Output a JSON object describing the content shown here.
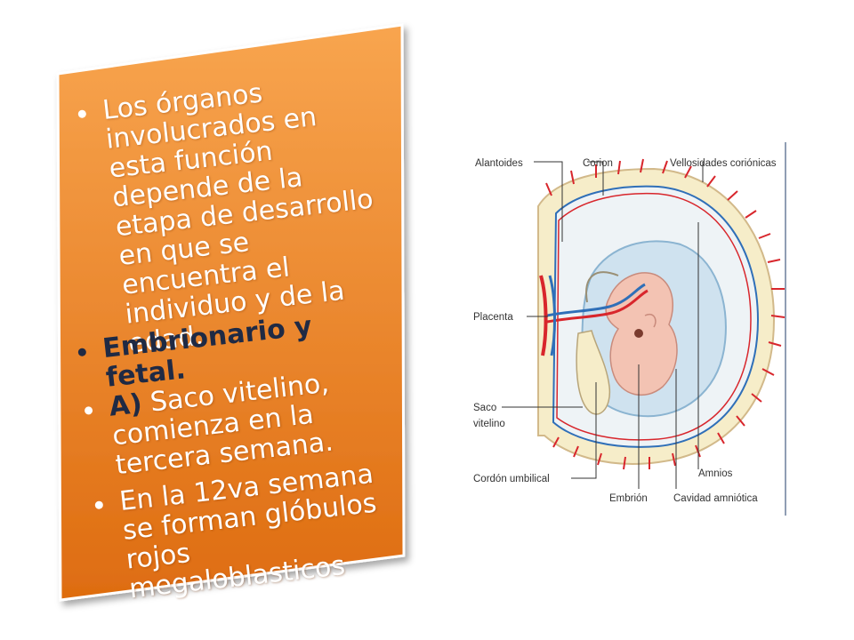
{
  "slide": {
    "bullets": {
      "organs": "Los órganos involucrados en esta función depende de la etapa de desarrollo en que se encuentra el individuo y de la edad.",
      "stage": "Embrionario y fetal.",
      "a_letter": "A)",
      "a_text": " Saco vitelino, comienza en la tercera semana.",
      "week12": "En la 12va semana se forman glóbulos rojos megaloblasticos"
    }
  },
  "diagram": {
    "labels": {
      "alantoides": "Alantoides",
      "corion": "Corion",
      "vellosidades": "Vellosidades coriónicas",
      "placenta": "Placenta",
      "saco_line1": "Saco",
      "saco_line2": "vitelino",
      "cordon": "Cordón umbilical",
      "amnios": "Amnios",
      "embrion": "Embrión",
      "cavidad": "Cavidad amniótica"
    }
  },
  "colors": {
    "panel_top": "#f7a24c",
    "panel_bottom": "#e06e12",
    "bold_text": "#1f2a44",
    "artery_red": "#d8262c",
    "vein_blue": "#2f6fb8",
    "tissue_cream": "#f6edc9",
    "amniotic_blue": "#cfe2ef"
  }
}
